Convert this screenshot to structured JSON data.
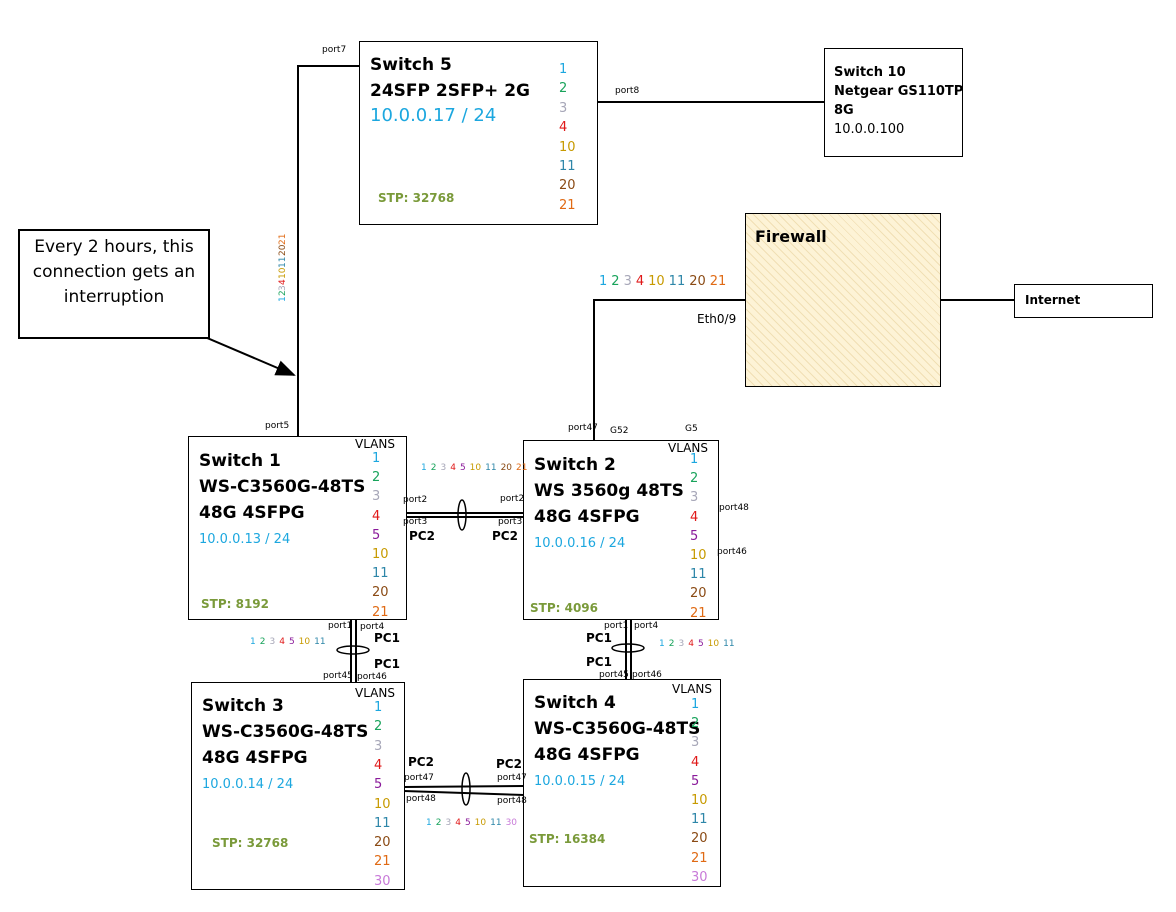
{
  "colors": {
    "v1": "#1ca7df",
    "v2": "#18a35b",
    "v3": "#a7a7b8",
    "v4": "#e01818",
    "v5": "#8a1a9a",
    "v10": "#c79a00",
    "v11": "#2d86a8",
    "v20": "#8a4a14",
    "v21": "#e06a14",
    "v30": "#c87ad8",
    "ip": "#1ca7df",
    "stp": "#7a9a3a",
    "firewall_fill": "#fdf3d6"
  },
  "vlans_header": "VLANS",
  "callout": {
    "line1": "Every 2 hours, this",
    "line2": "connection gets an",
    "line3": "interruption"
  },
  "switch5": {
    "title": "Switch 5",
    "model": "24SFP 2SFP+ 2G",
    "ip": "10.0.0.17 / 24",
    "stp": "STP: 32768",
    "vlans": [
      "1",
      "2",
      "3",
      "4",
      "10",
      "11",
      "20",
      "21"
    ],
    "port_up": "port7",
    "port_right": "port8"
  },
  "switch10": {
    "title": "Switch 10",
    "model": "Netgear GS110TP",
    "ports": "8G",
    "ip": "10.0.0.100"
  },
  "firewall": {
    "title": "Firewall",
    "port": "Eth0/9"
  },
  "internet": {
    "label": "Internet"
  },
  "switch1": {
    "title": "Switch 1",
    "model": "WS-C3560G-48TS",
    "ports": "48G 4SFPG",
    "ip": "10.0.0.13 / 24",
    "stp": "STP: 8192",
    "vlans": [
      "1",
      "2",
      "3",
      "4",
      "5",
      "10",
      "11",
      "20",
      "21"
    ],
    "port_top": "port5"
  },
  "switch2": {
    "title": "Switch 2",
    "model": "WS 3560g 48TS",
    "ports": "48G 4SFPG",
    "ip": "10.0.0.16 / 24",
    "stp": "STP: 4096",
    "vlans": [
      "1",
      "2",
      "3",
      "4",
      "5",
      "10",
      "11",
      "20",
      "21"
    ],
    "port_top": "port47",
    "g52": "G52",
    "g5": "G5",
    "port48": "port48",
    "port46": "port46"
  },
  "switch3": {
    "title": "Switch 3",
    "model": "WS-C3560G-48TS",
    "ports": "48G 4SFPG",
    "ip": "10.0.0.14 / 24",
    "stp": "STP: 32768",
    "vlans": [
      "1",
      "2",
      "3",
      "4",
      "5",
      "10",
      "11",
      "20",
      "21",
      "30"
    ]
  },
  "switch4": {
    "title": "Switch 4",
    "model": "WS-C3560G-48TS",
    "ports": "48G 4SFPG",
    "ip": "10.0.0.15 / 24",
    "stp": "STP: 16384",
    "vlans": [
      "1",
      "2",
      "3",
      "4",
      "5",
      "10",
      "11",
      "20",
      "21",
      "30"
    ]
  },
  "links": {
    "fw_vlans": [
      "1",
      "2",
      "3",
      "4",
      "10",
      "11",
      "20",
      "21"
    ],
    "s1s5_vlans": [
      "1",
      "2",
      "3",
      "4",
      "10",
      "11",
      "20",
      "21"
    ],
    "s1s2_vlans": [
      "1",
      "2",
      "3",
      "4",
      "5",
      "10",
      "11",
      "20",
      "21"
    ],
    "s1s3_vlans": [
      "1",
      "2",
      "3",
      "4",
      "5",
      "10",
      "11"
    ],
    "s2s4_vlans": [
      "1",
      "2",
      "3",
      "4",
      "5",
      "10",
      "11"
    ],
    "s3s4_vlans": [
      "1",
      "2",
      "3",
      "4",
      "5",
      "10",
      "11",
      "30"
    ],
    "s1s2": {
      "pc_left": "PC2",
      "pc_right": "PC2",
      "l2": "port2",
      "l3": "port3",
      "r2": "port2",
      "r3": "port3"
    },
    "s1s3": {
      "pc_a": "PC1",
      "pc_b": "PC1",
      "top1": "port1",
      "top4": "port4",
      "bot45": "port45",
      "bot46": "port46"
    },
    "s2s4": {
      "pc_a": "PC1",
      "pc_b": "PC1",
      "top1": "port1",
      "top4": "port4",
      "bot45": "port45",
      "bot46": "port46"
    },
    "s3s4": {
      "pc_left": "PC2",
      "pc_right": "PC2",
      "l47": "port47",
      "l48": "port48",
      "r47": "port47",
      "r48": "port48"
    }
  }
}
